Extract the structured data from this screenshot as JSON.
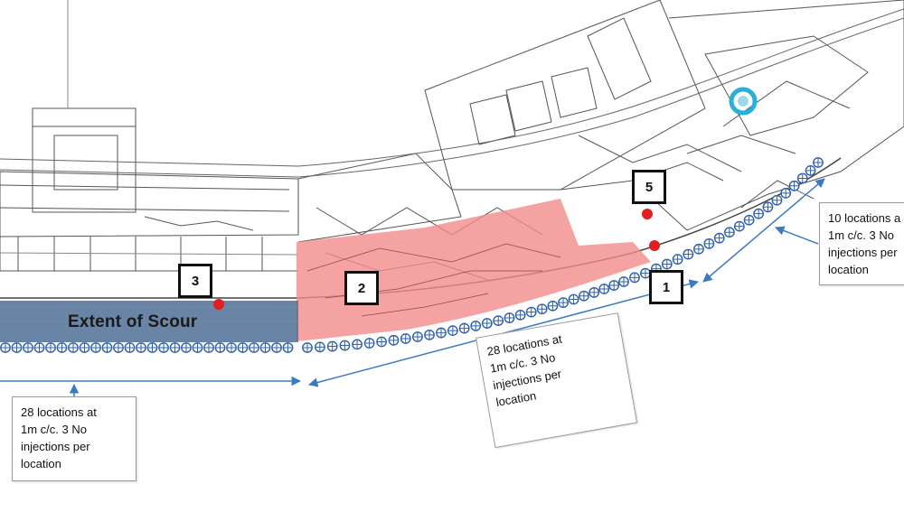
{
  "labels": {
    "scour": "Extent of Scour"
  },
  "markers": [
    "1",
    "2",
    "3",
    "5"
  ],
  "callouts": {
    "left": "28 locations at\n1m c/c. 3 No\ninjections per\nlocation",
    "middle": "28 locations at\n1m c/c. 3 No\ninjections per\nlocation",
    "right": "10 locations a\n1m c/c. 3 No\ninjections per\nlocation"
  },
  "colors": {
    "scour_zone": "#4f6f95",
    "red_zone": "#f28b8b",
    "injection_marker": "#2f5fa8",
    "arrow": "#3a7bc4",
    "red_point": "#e02020",
    "cyan_marker": "#2ab0d8"
  }
}
